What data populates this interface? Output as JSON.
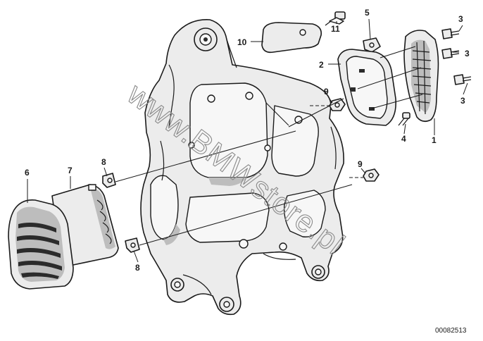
{
  "diagram": {
    "watermark": "www.BMWstore.pl",
    "drawing_number": "00082513",
    "callouts": [
      "1",
      "2",
      "3",
      "3",
      "3",
      "4",
      "5",
      "6",
      "7",
      "8",
      "8",
      "9",
      "9",
      "10",
      "11"
    ]
  }
}
